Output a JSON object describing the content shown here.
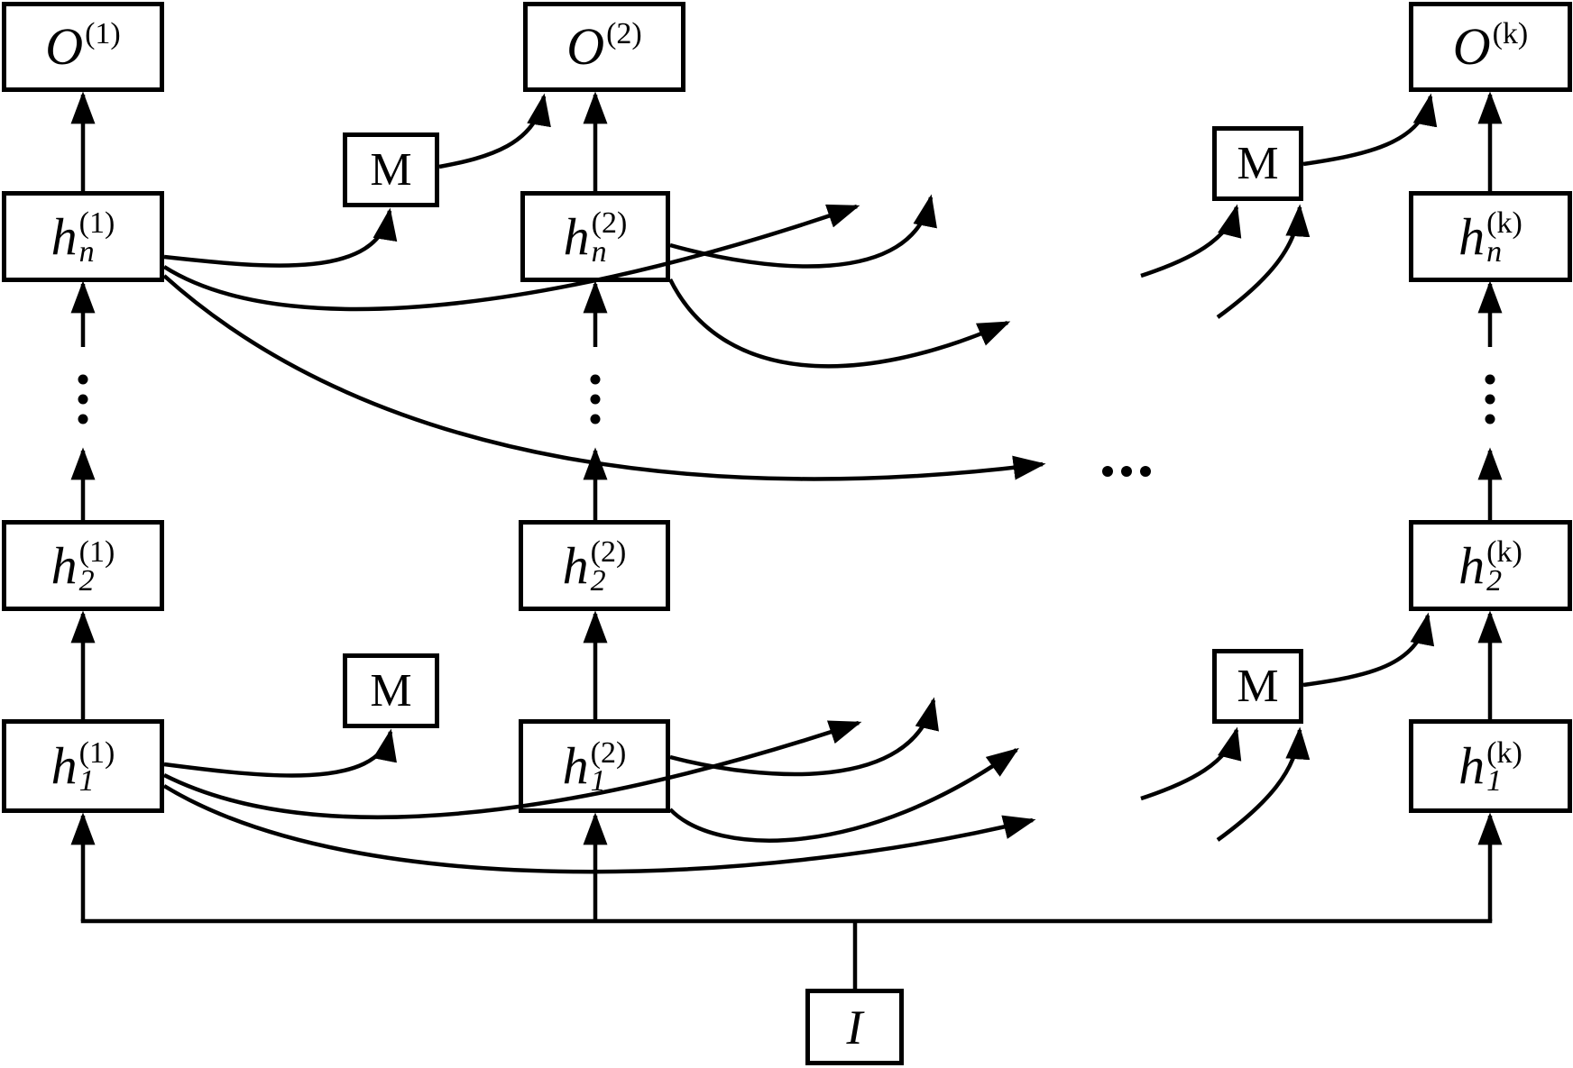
{
  "nodes": {
    "o1": {
      "base": "O",
      "sup": "(1)",
      "sub": ""
    },
    "o2": {
      "base": "O",
      "sup": "(2)",
      "sub": ""
    },
    "ok": {
      "base": "O",
      "sup": "(k)",
      "sub": ""
    },
    "hn1": {
      "base": "h",
      "sup": "(1)",
      "sub": "n"
    },
    "hn2": {
      "base": "h",
      "sup": "(2)",
      "sub": "n"
    },
    "hnk": {
      "base": "h",
      "sup": "(k)",
      "sub": "n"
    },
    "h21": {
      "base": "h",
      "sup": "(1)",
      "sub": "2"
    },
    "h22": {
      "base": "h",
      "sup": "(2)",
      "sub": "2"
    },
    "h2k": {
      "base": "h",
      "sup": "(k)",
      "sub": "2"
    },
    "h11": {
      "base": "h",
      "sup": "(1)",
      "sub": "1"
    },
    "h12": {
      "base": "h",
      "sup": "(2)",
      "sub": "1"
    },
    "h1k": {
      "base": "h",
      "sup": "(k)",
      "sub": "1"
    },
    "m1": {
      "base": "M"
    },
    "m2": {
      "base": "M"
    },
    "m3": {
      "base": "M"
    },
    "m4": {
      "base": "M"
    },
    "input": {
      "base": "I"
    }
  }
}
